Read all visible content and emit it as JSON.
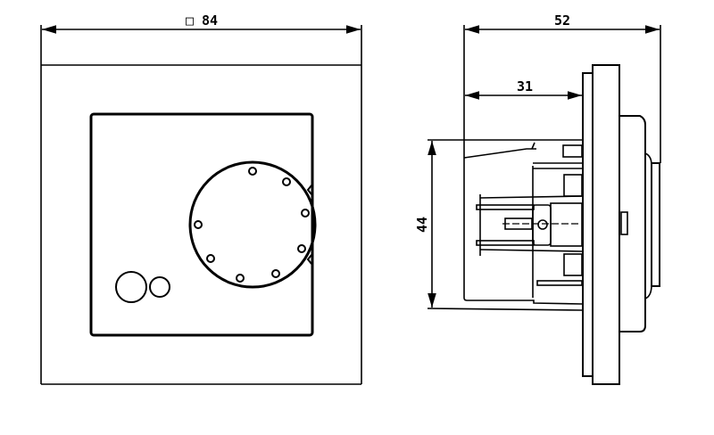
{
  "dimensions": {
    "front_width": "□ 84",
    "total_depth": "52",
    "mount_depth": "31",
    "body_height": "44"
  },
  "colors": {
    "line": "#000000",
    "background": "#ffffff"
  }
}
